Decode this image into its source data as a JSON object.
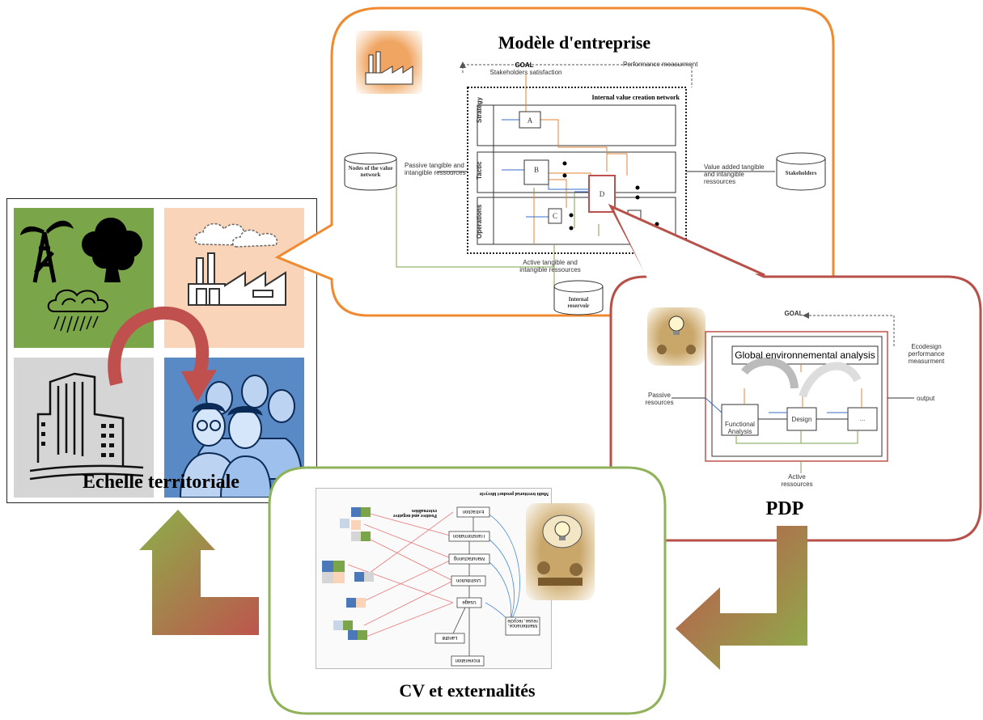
{
  "territory": {
    "title": "Echelle territoriale",
    "tiles": [
      "nature-tile",
      "industry-tile",
      "city-tile",
      "people-tile"
    ]
  },
  "enterprise": {
    "title": "Modèle d'entreprise",
    "goal": "GOAL",
    "goal_sub": "Stakeholders satisfaction",
    "perf": "Performance measurment",
    "network_title": "Internal value creation network",
    "rows": [
      "Strategy",
      "Tactic",
      "Operations"
    ],
    "nodes_db": "Nodes of the value network",
    "stake_db": "Stakeholders",
    "reservoir_db": "Internal reservoir",
    "passive": "Passive tangible and intangible ressources",
    "value_added": "Value added tangible and intangible ressources",
    "active": "Active tangible and intangible ressources",
    "boxes": [
      "A",
      "B",
      "C",
      "D"
    ]
  },
  "pdp": {
    "title": "PDP",
    "goal": "GOAL",
    "global": "Global environnemental analysis",
    "ecodesign": "Ecodesign performance measurment",
    "output": "output",
    "passive": "Passive resources",
    "active": "Active ressources",
    "functional": "Functional Analysis",
    "design": "Design",
    "dots": "..."
  },
  "cv": {
    "title": "CV et externalités",
    "header": "Multi territorial product lifecycle",
    "externalities": "Positive and negative externalities",
    "stages": [
      "Extraction",
      "Transformation",
      "Manufacturing",
      "Distribution",
      "Usage",
      "Landfill",
      "Incineration"
    ],
    "maintenance": "Maintenance, reuse, recycle"
  }
}
